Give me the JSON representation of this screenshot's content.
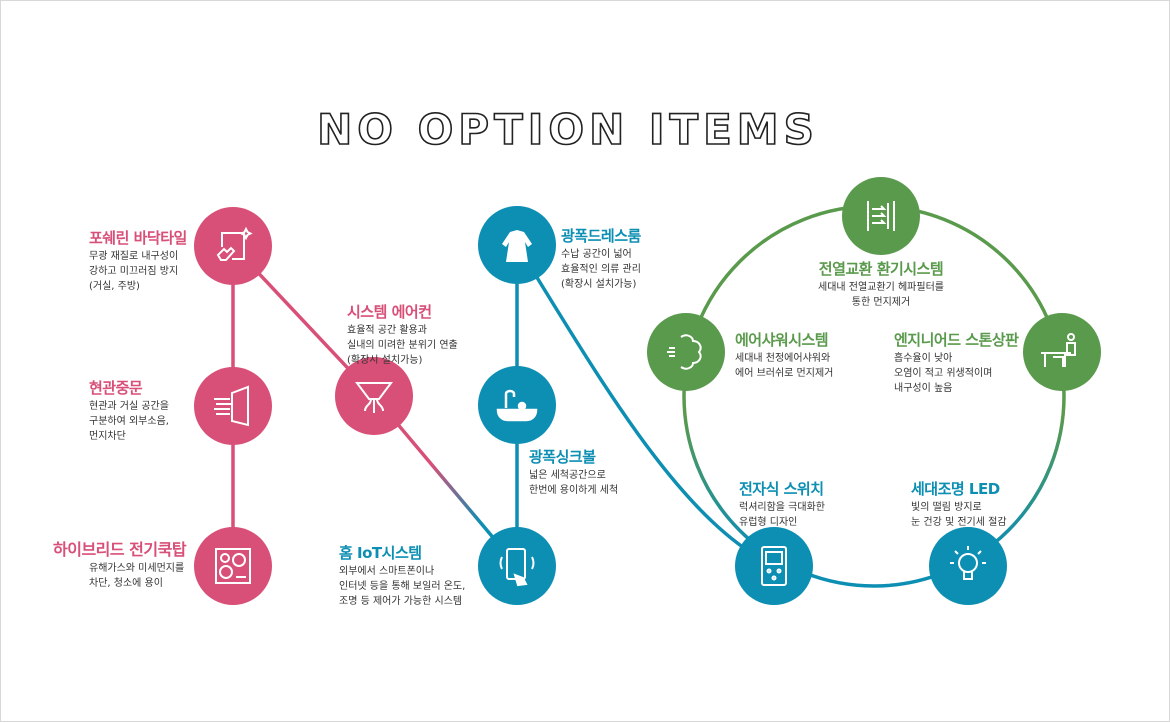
{
  "title": "NO OPTION ITEMS",
  "colors": {
    "pink": "#d84f77",
    "blue": "#0d8eb3",
    "green": "#5a9a4c"
  },
  "items": {
    "tile": {
      "title": "포쉐린 바닥타일",
      "lines": [
        "무광 재질로 내구성이",
        "강하고 미끄러짐 방지",
        "(거실, 주방)"
      ],
      "icon": "polished-tile-icon"
    },
    "door": {
      "title": "현관중문",
      "lines": [
        "현관과 거실 공간을",
        "구분하여 외부소음,",
        "먼지차단"
      ],
      "icon": "entrance-door-icon"
    },
    "cooktop": {
      "title": "하이브리드 전기쿡탑",
      "lines": [
        "유해가스와 미세먼지를",
        "차단, 청소에 용이"
      ],
      "icon": "cooktop-icon"
    },
    "aircon": {
      "title": "시스템 에어컨",
      "lines": [
        "효율적 공간 활용과",
        "실내의 미려한 분위기 연출",
        "(확장시 설치가능)"
      ],
      "icon": "ceiling-aircon-icon"
    },
    "iot": {
      "title": "홈 IoT시스템",
      "lines": [
        "외부에서 스마트폰이나",
        "인터넷 등을 통해 보일러 온도,",
        "조명 등 제어가 가능한 시스템"
      ],
      "icon": "smartphone-icon"
    },
    "dress": {
      "title": "광폭드레스룸",
      "lines": [
        "수납 공간이 넓어",
        "효율적인 의류 관리",
        "(확장시 설치가능)"
      ],
      "icon": "dress-hanger-icon"
    },
    "sink": {
      "title": "광폭싱크볼",
      "lines": [
        "넓은 세척공간으로",
        "한번에 용이하게 세척"
      ],
      "icon": "sink-icon"
    },
    "vent": {
      "title": "전열교환 환기시스템",
      "lines": [
        "세대내 전열교환기 헤파필터를",
        "통한 먼지제거"
      ],
      "icon": "ventilation-icon"
    },
    "airshower": {
      "title": "에어샤워시스템",
      "lines": [
        "세대내 천정에어샤워와",
        "에어 브러쉬로 먼지제거"
      ],
      "icon": "air-shower-icon"
    },
    "stone": {
      "title": "엔지니어드 스톤상판",
      "lines": [
        "흡수율이 낮아",
        "오염이 적고 위생적이며",
        "내구성이 높음"
      ],
      "icon": "stone-countertop-icon"
    },
    "switch": {
      "title": "전자식 스위치",
      "lines": [
        "럭셔리함을 극대화한",
        "유럽형 디자인"
      ],
      "icon": "electronic-switch-icon"
    },
    "led": {
      "title": "세대조명 LED",
      "lines": [
        "빛의 떨림 방지로",
        "눈 건강 및 전기세 절감"
      ],
      "icon": "led-bulb-icon"
    }
  }
}
